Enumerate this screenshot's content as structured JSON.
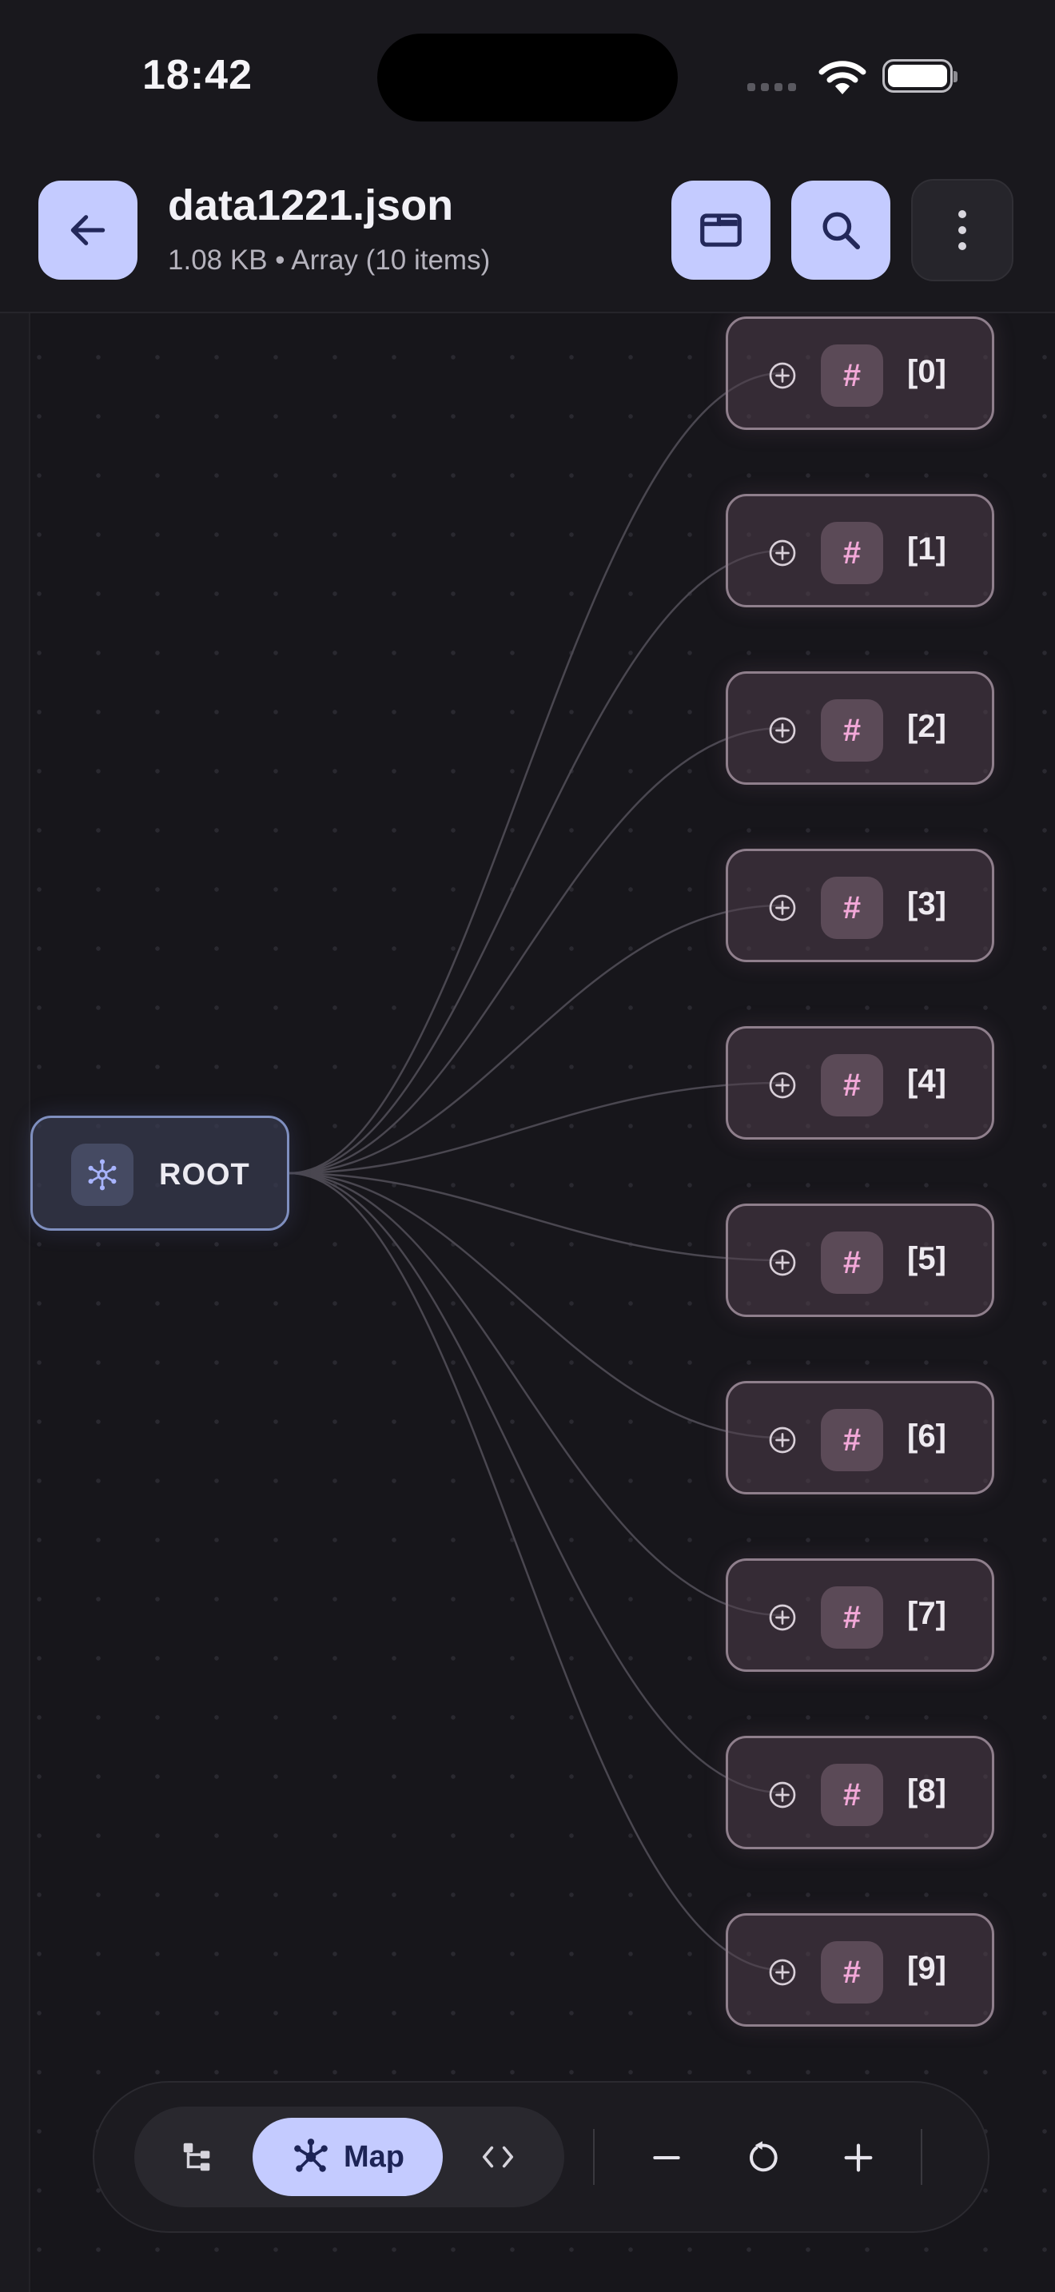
{
  "status_bar": {
    "time": "18:42"
  },
  "header": {
    "title": "data1221.json",
    "subtitle": "1.08 KB • Array (10 items)",
    "back_icon": "arrow-left-icon",
    "panel_icon": "panel-icon",
    "search_icon": "search-icon",
    "more_icon": "more-vertical-icon"
  },
  "graph": {
    "root": {
      "label": "ROOT",
      "icon": "hub-icon"
    },
    "type_glyph": "#",
    "nodes": [
      "[0]",
      "[1]",
      "[2]",
      "[3]",
      "[4]",
      "[5]",
      "[6]",
      "[7]",
      "[8]",
      "[9]"
    ],
    "colors": {
      "node_border": "#8f7f8c",
      "root_border": "#7f8fbf",
      "accent": "#c4cbff",
      "hash": "#f2a8d8"
    }
  },
  "toolbar": {
    "views": [
      {
        "icon": "tree-view-icon",
        "label": ""
      },
      {
        "icon": "graph-map-icon",
        "label": "Map",
        "selected": true
      },
      {
        "icon": "code-view-icon",
        "label": ""
      }
    ],
    "zoom_out_icon": "minus-icon",
    "reset_icon": "reset-icon",
    "zoom_in_icon": "plus-icon"
  }
}
